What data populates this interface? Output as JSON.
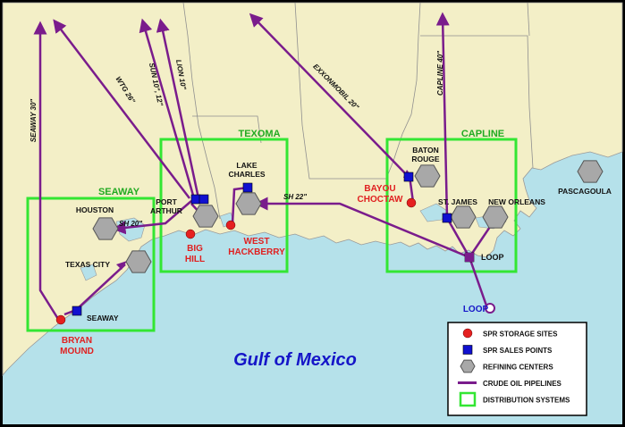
{
  "colors": {
    "land": "#f3efc7",
    "water": "#b5e1ea",
    "state_border": "#8f8f8f",
    "pipeline": "#7a1c8c",
    "distribution_box": "#33e633",
    "storage_site": "#e52020",
    "sales_point": "#1010d0",
    "refining_center": "#a8a8a8",
    "label_red": "#e02020",
    "label_green": "#22aa22",
    "label_blue": "#1515c8",
    "label_black": "#111111"
  },
  "water_label": "Gulf of Mexico",
  "distribution_systems": [
    {
      "id": "seaway",
      "label": "SEAWAY"
    },
    {
      "id": "texoma",
      "label": "TEXOMA"
    },
    {
      "id": "capline",
      "label": "CAPLINE"
    }
  ],
  "pipelines": [
    {
      "id": "seaway30",
      "label": "SEAWAY 30\""
    },
    {
      "id": "wtg26",
      "label": "WTG 26\""
    },
    {
      "id": "sun1012",
      "label": "SUN 10\", 12\""
    },
    {
      "id": "lion10",
      "label": "LION 10\""
    },
    {
      "id": "exxonmobil20",
      "label": "EXXONMOBIL 20\""
    },
    {
      "id": "capline40",
      "label": "CAPLINE 40\""
    },
    {
      "id": "sh22",
      "label": "SH 22\""
    },
    {
      "id": "sh20",
      "label": "SH 20\""
    }
  ],
  "storage_sites": [
    {
      "id": "bryan-mound",
      "label_lines": [
        "BRYAN",
        "MOUND"
      ]
    },
    {
      "id": "big-hill",
      "label_lines": [
        "BIG",
        "HILL"
      ]
    },
    {
      "id": "west-hackberry",
      "label_lines": [
        "WEST",
        "HACKBERRY"
      ]
    },
    {
      "id": "bayou-choctaw",
      "label_lines": [
        "BAYOU",
        "CHOCTAW"
      ]
    }
  ],
  "sales_points": [
    {
      "id": "seaway-terminal",
      "label": "SEAWAY"
    },
    {
      "id": "lake-charles-terminal",
      "label": ""
    },
    {
      "id": "port-arthur-terminal",
      "label": ""
    },
    {
      "id": "baton-rouge-terminal",
      "label": ""
    },
    {
      "id": "st-james-terminal",
      "label": ""
    }
  ],
  "refining_centers": [
    {
      "id": "houston",
      "label_lines": [
        "HOUSTON"
      ]
    },
    {
      "id": "texas-city",
      "label_lines": [
        "TEXAS CITY"
      ]
    },
    {
      "id": "port-arthur",
      "label_lines": [
        "PORT",
        "ARTHUR"
      ]
    },
    {
      "id": "lake-charles",
      "label_lines": [
        "LAKE",
        "CHARLES"
      ]
    },
    {
      "id": "baton-rouge",
      "label_lines": [
        "BATON",
        "ROUGE"
      ]
    },
    {
      "id": "st-james",
      "label_lines": [
        "ST. JAMES"
      ]
    },
    {
      "id": "new-orleans",
      "label_lines": [
        "NEW ORLEANS"
      ]
    },
    {
      "id": "pascagoula",
      "label_lines": [
        "PASCAGOULA"
      ]
    }
  ],
  "loop": {
    "terminal_label": "LOOP",
    "offshore_label": "LOOP"
  },
  "legend": {
    "items": [
      {
        "symbol": "storage",
        "label": "SPR STORAGE SITES"
      },
      {
        "symbol": "sales",
        "label": "SPR SALES POINTS"
      },
      {
        "symbol": "refinery",
        "label": "REFINING CENTERS"
      },
      {
        "symbol": "pipeline",
        "label": "CRUDE OIL PIPELINES"
      },
      {
        "symbol": "box",
        "label": "DISTRIBUTION SYSTEMS"
      }
    ]
  }
}
